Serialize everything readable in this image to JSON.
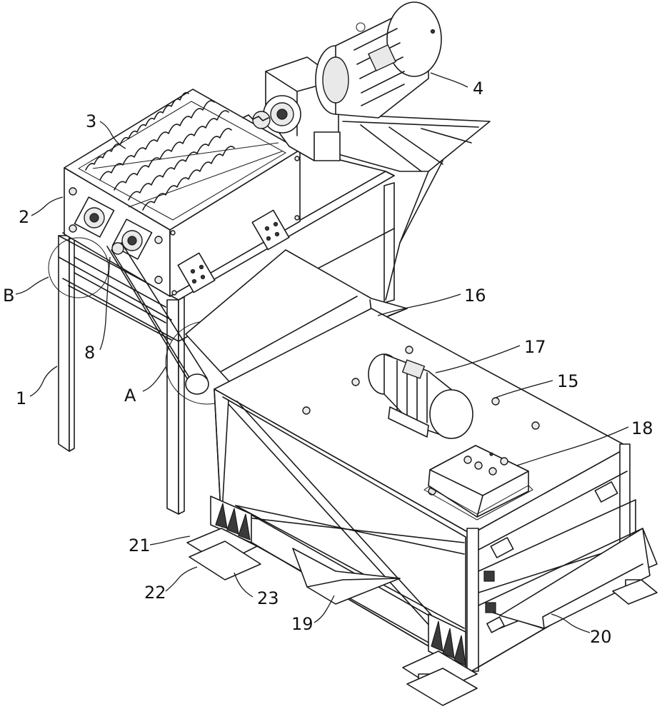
{
  "labels": {
    "l1": "1",
    "l2": "2",
    "l3": "3",
    "l4": "4",
    "l8": "8",
    "lA": "A",
    "lB": "B",
    "l15": "15",
    "l16": "16",
    "l17": "17",
    "l18": "18",
    "l19": "19",
    "l20": "20",
    "l21": "21",
    "l22": "22",
    "l23": "23"
  }
}
